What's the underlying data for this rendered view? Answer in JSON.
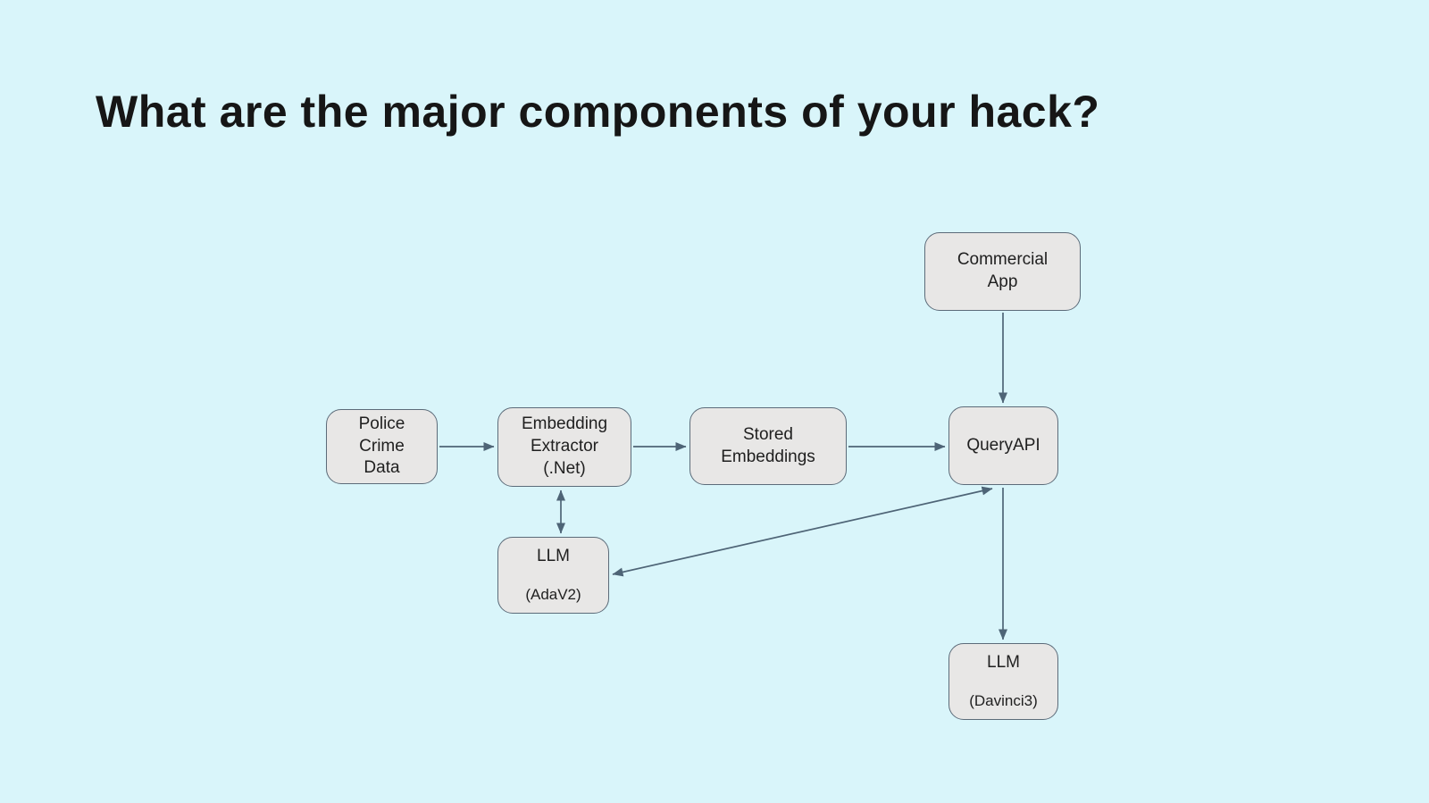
{
  "title": "What are the major components of your hack?",
  "colors": {
    "background": "#d9f5fa",
    "node_fill": "#e8e7e6",
    "node_border": "#5c6b79",
    "arrow": "#4e6476",
    "title_text": "#161616"
  },
  "diagram": {
    "nodes": {
      "police_crime_data": {
        "lines": [
          "Police",
          "Crime",
          "Data"
        ]
      },
      "embedding_extractor": {
        "lines": [
          "Embedding",
          "Extractor",
          "(.Net)"
        ]
      },
      "stored_embeddings": {
        "lines": [
          "Stored",
          "Embeddings"
        ]
      },
      "query_api": {
        "lines": [
          "QueryAPI"
        ]
      },
      "commercial_app": {
        "lines": [
          "Commercial",
          "App"
        ]
      },
      "llm_adav2": {
        "main": "LLM",
        "sub": "(AdaV2)"
      },
      "llm_davinci3": {
        "main": "LLM",
        "sub": "(Davinci3)"
      }
    },
    "edges": [
      {
        "from": "police_crime_data",
        "to": "embedding_extractor",
        "direction": "one-way"
      },
      {
        "from": "embedding_extractor",
        "to": "stored_embeddings",
        "direction": "one-way"
      },
      {
        "from": "stored_embeddings",
        "to": "query_api",
        "direction": "one-way"
      },
      {
        "from": "commercial_app",
        "to": "query_api",
        "direction": "one-way"
      },
      {
        "from": "embedding_extractor",
        "to": "llm_adav2",
        "direction": "two-way"
      },
      {
        "from": "query_api",
        "to": "llm_adav2",
        "direction": "two-way"
      },
      {
        "from": "query_api",
        "to": "llm_davinci3",
        "direction": "one-way"
      }
    ]
  }
}
